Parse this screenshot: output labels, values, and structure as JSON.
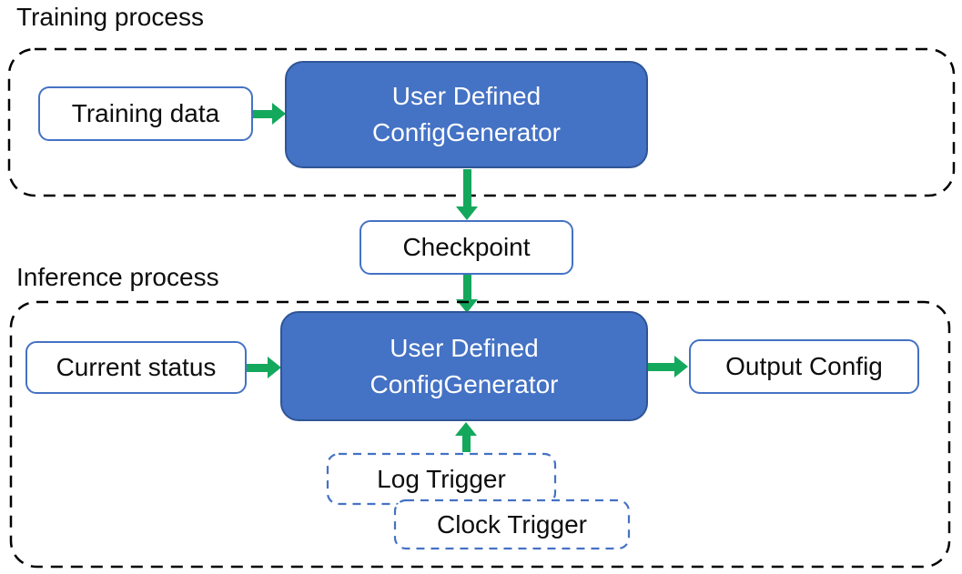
{
  "colors": {
    "accent_blue": "#4472C4",
    "accent_border": "#2F5597",
    "arrow_green": "#14A85C",
    "frame_black": "#000000",
    "text_black": "#0D0D0D",
    "box_bg": "#FFFFFF",
    "generator_text": "#FFFFFF"
  },
  "training": {
    "section_label": "Training process",
    "input_box": "Training data",
    "generator": {
      "line1": "User Defined",
      "line2": "ConfigGenerator"
    }
  },
  "checkpoint": {
    "label": "Checkpoint"
  },
  "inference": {
    "section_label": "Inference process",
    "input_box": "Current status",
    "generator": {
      "line1": "User Defined",
      "line2": "ConfigGenerator"
    },
    "output_box": "Output Config",
    "triggers": {
      "log": "Log Trigger",
      "clock": "Clock Trigger"
    }
  },
  "edges": [
    {
      "from": "Training data",
      "to": "User Defined ConfigGenerator (training)"
    },
    {
      "from": "User Defined ConfigGenerator (training)",
      "to": "Checkpoint"
    },
    {
      "from": "Checkpoint",
      "to": "User Defined ConfigGenerator (inference)"
    },
    {
      "from": "Current status",
      "to": "User Defined ConfigGenerator (inference)"
    },
    {
      "from": "User Defined ConfigGenerator (inference)",
      "to": "Output Config"
    },
    {
      "from": "Log Trigger / Clock Trigger",
      "to": "User Defined ConfigGenerator (inference)"
    }
  ]
}
